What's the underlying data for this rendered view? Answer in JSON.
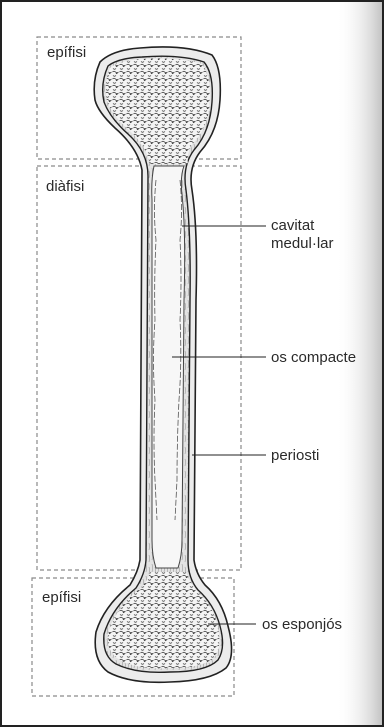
{
  "regions": {
    "top_epiphysis": "epífisi",
    "diaphysis": "diàfisi",
    "bottom_epiphysis": "epífisi"
  },
  "callouts": {
    "medullary_cavity_line1": "cavitat",
    "medullary_cavity_line2": "medul·lar",
    "compact_bone": "os compacte",
    "periosteum": "periosti",
    "spongy_bone": "os esponjós"
  },
  "colors": {
    "outline": "#222222",
    "dashed_box": "#8a8a8a",
    "paper_shadow": "#c8c8c8"
  }
}
